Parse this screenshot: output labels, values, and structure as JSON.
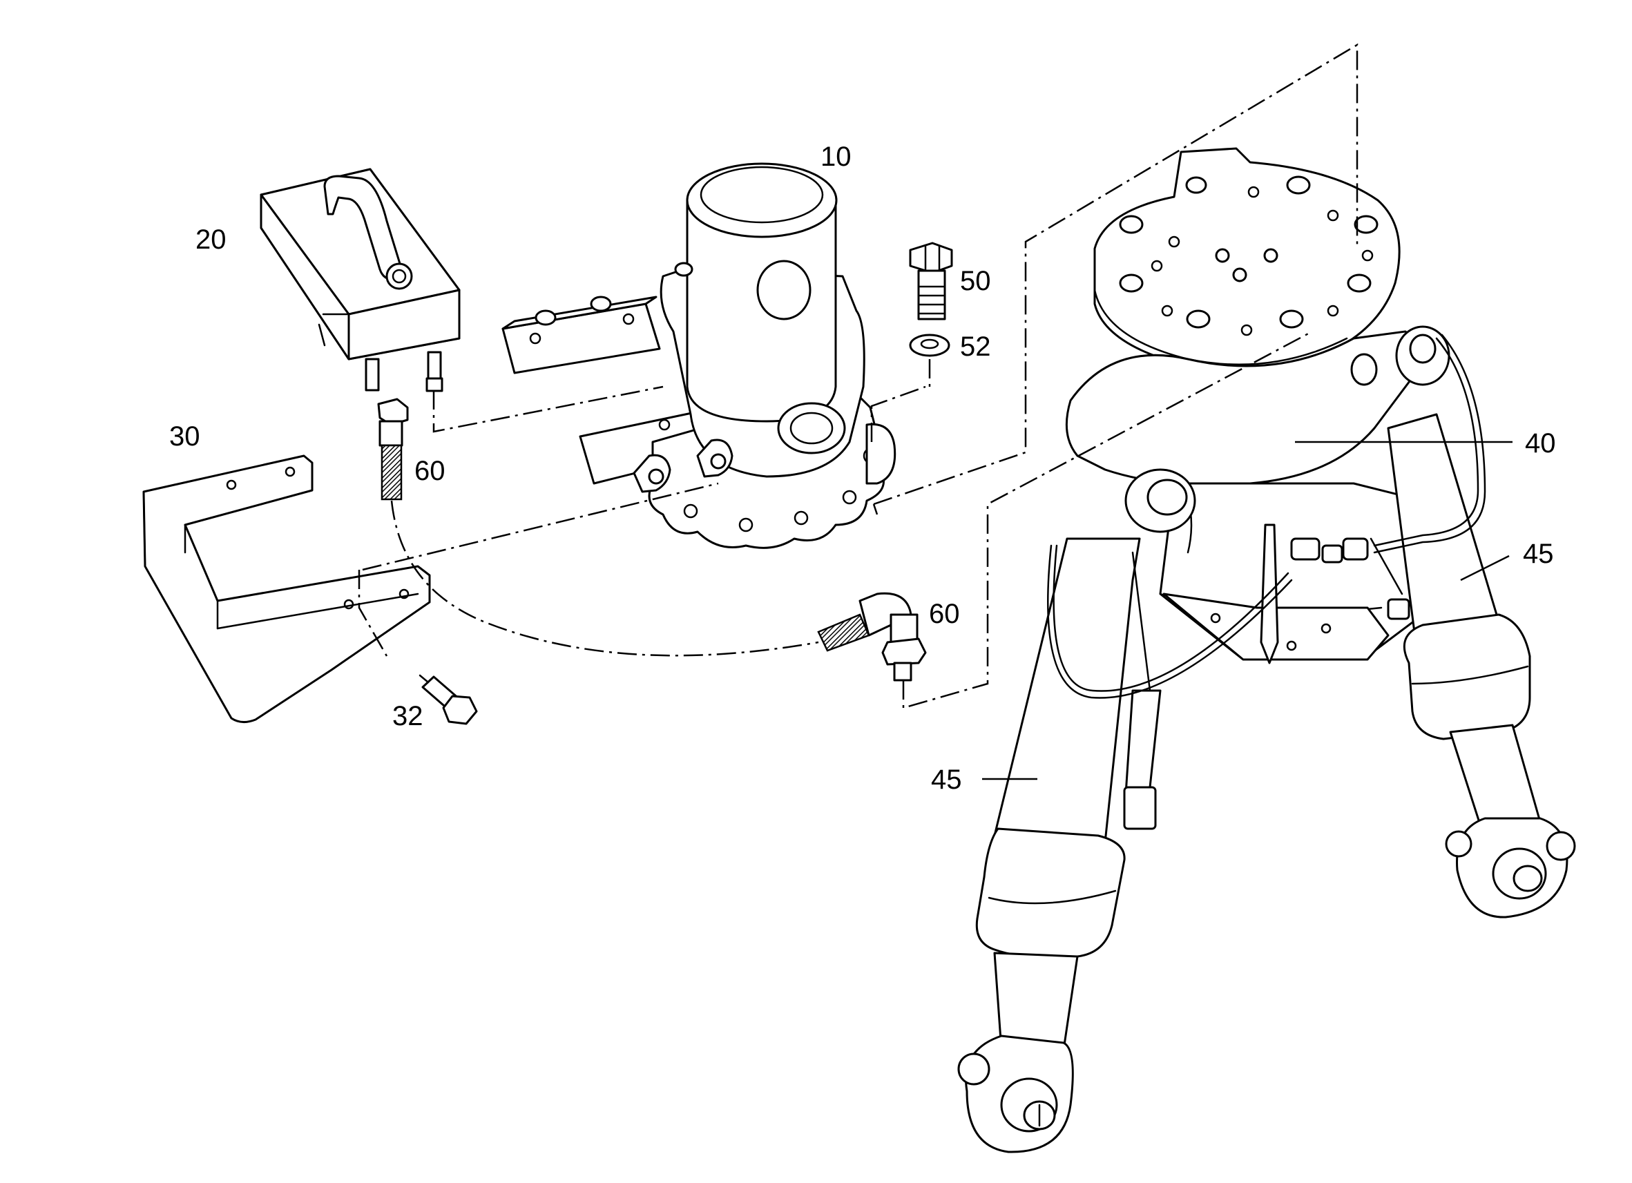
{
  "callouts": {
    "p10": "10",
    "p20": "20",
    "p30": "30",
    "p32": "32",
    "p40": "40",
    "p45a": "45",
    "p45b": "45",
    "p50": "50",
    "p52": "52",
    "p60a": "60",
    "p60b": "60"
  },
  "colors": {
    "line": "#000000",
    "background": "#ffffff"
  }
}
